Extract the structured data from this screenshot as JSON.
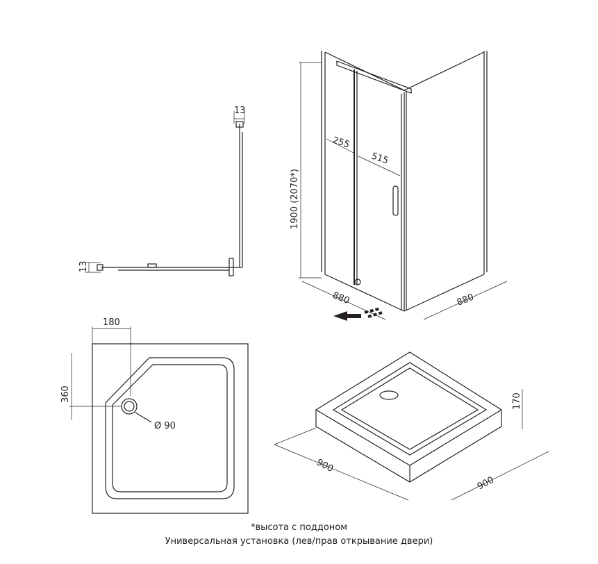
{
  "plan_view": {
    "top_dim": "13",
    "side_dim": "13"
  },
  "enclosure": {
    "height_dim": "1900 (2070*)",
    "fixed_width_dim": "255",
    "door_width_dim": "515",
    "left_depth_dim": "880",
    "right_depth_dim": "880"
  },
  "tray_top": {
    "corner_dim": "180",
    "drain_offset_dim": "360",
    "drain_diameter": "Ø 90"
  },
  "tray_iso": {
    "height_dim": "170",
    "left_dim": "900",
    "right_dim": "900"
  },
  "notes": {
    "footnote": "*высота с поддоном",
    "installation": "Универсальная установка (лев/прав открывание двери)"
  }
}
